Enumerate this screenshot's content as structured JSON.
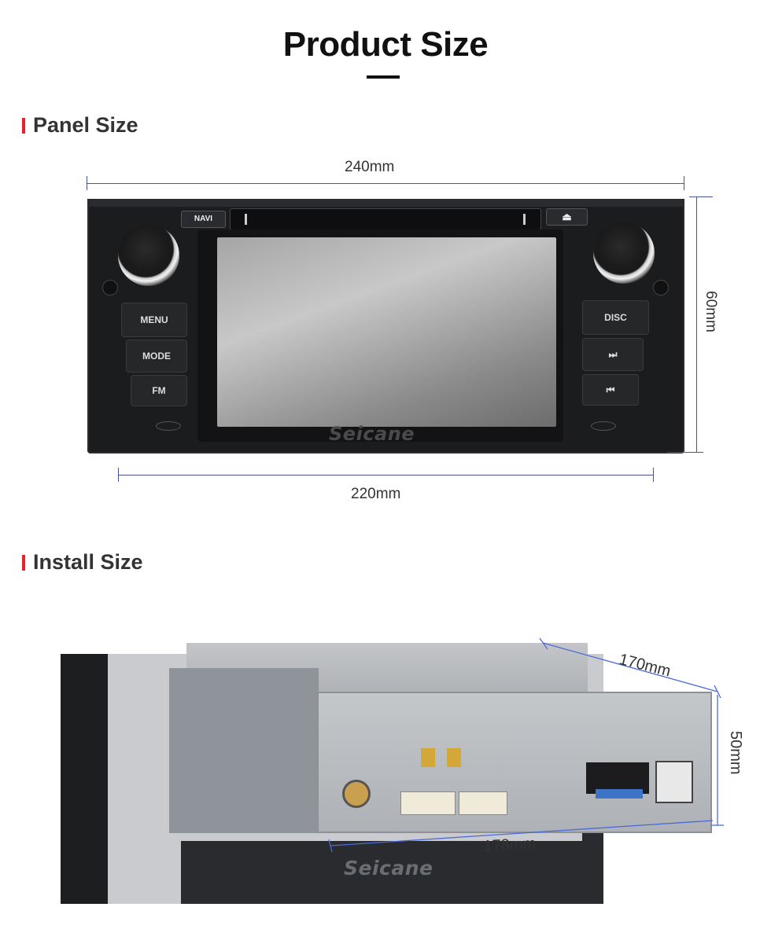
{
  "title": "Product Size",
  "panel_section": {
    "heading": "Panel Size",
    "width_top": "240mm",
    "width_bottom": "220mm",
    "height": "60mm",
    "buttons": {
      "navi": "NAVI",
      "menu": "MENU",
      "mode": "MODE",
      "fm": "FM",
      "disc": "DISC",
      "next_icon": "⏭",
      "prev_icon": "⏮",
      "eject_icon": "⏏"
    },
    "watermark": "Seicane"
  },
  "install_section": {
    "heading": "Install Size",
    "depth": "170mm",
    "height": "50mm",
    "width": "178mm",
    "watermark": "Seicane"
  },
  "colors": {
    "accent": "#e0262b",
    "dimension_line": "#4a5596"
  }
}
